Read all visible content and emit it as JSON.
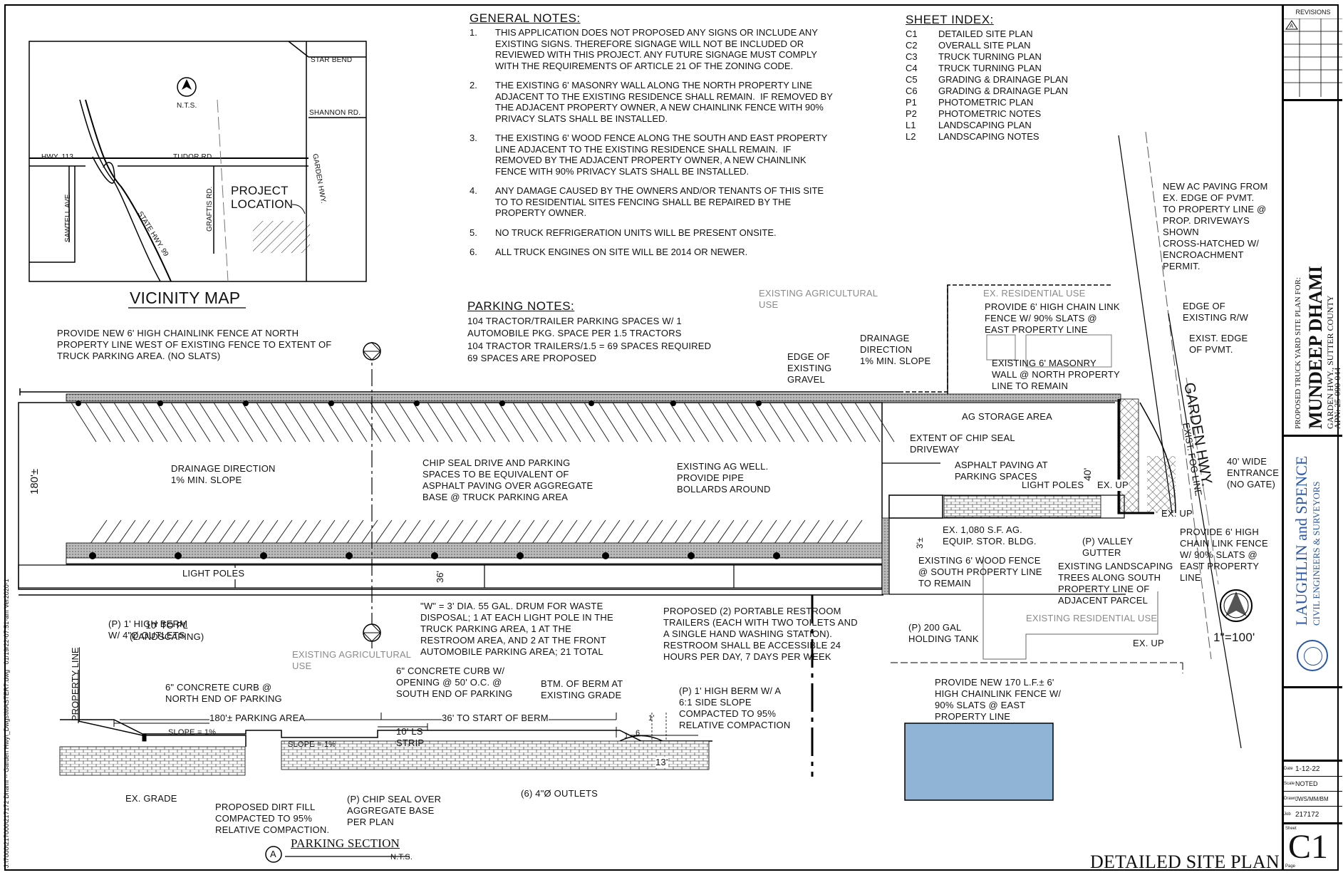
{
  "general_notes": {
    "heading": "GENERAL NOTES:",
    "items": [
      {
        "num": "1.",
        "text": "THIS APPLICATION DOES NOT PROPOSED ANY SIGNS OR INCLUDE ANY\nEXISTING SIGNS. THEREFORE SIGNAGE WILL NOT BE INCLUDED OR\nREVIEWED WITH THIS PROJECT. ANY FUTURE SIGNAGE MUST COMPLY\nWITH THE REQUIREMENTS OF ARTICLE 21 OF THE ZONING CODE."
      },
      {
        "num": "2.",
        "text": "THE EXISTING 6' MASONRY WALL ALONG THE NORTH PROPERTY LINE\nADJACENT TO THE EXISTING RESIDENCE SHALL REMAIN.  IF REMOVED BY\nTHE ADJACENT PROPERTY OWNER, A NEW CHAINLINK FENCE WITH 90%\nPRIVACY SLATS SHALL BE INSTALLED."
      },
      {
        "num": "3.",
        "text": "THE EXISTING 6' WOOD FENCE ALONG THE SOUTH AND EAST PROPERTY\nLINE ADJACENT TO THE EXISTING RESIDENCE SHALL REMAIN.  IF\nREMOVED BY THE ADJACENT PROPERTY OWNER, A NEW CHAINLINK\nFENCE WITH 90% PRIVACY SLATS SHALL BE INSTALLED."
      },
      {
        "num": "4.",
        "text": "ANY DAMAGE CAUSED BY THE OWNERS AND/OR TENANTS OF THIS SITE\nTO TO RESIDENTIAL SITES FENCING SHALL BE REPAIRED BY THE\nPROPERTY OWNER."
      },
      {
        "num": "5.",
        "text": "NO TRUCK REFRIGERATION UNITS WILL BE PRESENT ONSITE."
      },
      {
        "num": "6.",
        "text": "ALL TRUCK ENGINES ON SITE WILL BE 2014 OR NEWER."
      }
    ]
  },
  "sheet_index": {
    "heading": "SHEET INDEX:",
    "items": [
      {
        "code": "C1",
        "title": "DETAILED SITE PLAN"
      },
      {
        "code": "C2",
        "title": "OVERALL SITE PLAN"
      },
      {
        "code": "C3",
        "title": "TRUCK TURNING PLAN"
      },
      {
        "code": "C4",
        "title": "TRUCK TURNING PLAN"
      },
      {
        "code": "C5",
        "title": "GRADING & DRAINAGE PLAN"
      },
      {
        "code": "C6",
        "title": "GRADING & DRAINAGE PLAN"
      },
      {
        "code": "P1",
        "title": "PHOTOMETRIC PLAN"
      },
      {
        "code": "P2",
        "title": "PHOTOMETRIC NOTES"
      },
      {
        "code": "L1",
        "title": "LANDSCAPING PLAN"
      },
      {
        "code": "L2",
        "title": "LANDSCAPING NOTES"
      }
    ]
  },
  "parking_notes": {
    "heading": "PARKING NOTES:",
    "lines": [
      "104 TRACTOR/TRAILER PARKING SPACES w/ 1",
      "AUTOMOBILE PKG. SPACE PER 1.5 TRACTORS",
      "104 TRACTOR TRAILERS/1.5 = 69 SPACES REQUIRED",
      "69 SPACES ARE PROPOSED"
    ]
  },
  "vicinity_map": {
    "title": "VICINITY MAP",
    "nts": "N.T.S.",
    "roads": {
      "star_bend": "STAR BEND",
      "shannon": "SHANNON RD.",
      "hwy113": "HWY. 113",
      "tudor": "TUDOR RD",
      "garden": "GARDEN HWY.",
      "sawtell": "SAWTELL AVE.",
      "state_hwy": "STATE HWY. 99",
      "grafts": "GRAFTIS RD."
    },
    "project_location": "PROJECT\nLOCATION"
  },
  "plan_labels": {
    "fence_north": "PROVIDE NEW 6' HIGH CHAINLINK FENCE AT NORTH\nPROPERTY LINE WEST OF EXISTING FENCE TO EXTENT OF\nTRUCK PARKING AREA. (NO SLATS)",
    "existing_ag_use_top": "EXISTING AGRICULTURAL\nUSE",
    "ex_residential_use_top": "EX. RESIDENTIAL USE",
    "new_ac_paving": "NEW AC PAVING FROM\nEX. EDGE OF PVMT.\nTO PROPERTY LINE @\nPROP. DRIVEWAYS\nSHOWN\nCROSS-HATCHED w/\nENCROACHMENT\nPERMIT.",
    "edge_existing_rw": "EDGE OF\nEXISTING R/W",
    "exist_edge_pvmt": "EXIST. EDGE\nOF PVMT.",
    "provide_6_chain_east": "PROVIDE 6' HIGH CHAIN LINK\nFENCE w/ 90% SLATS @\nEAST PROPERTY LINE",
    "existing_masonry": "EXISTING 6' MASONRY\nWALL @ NORTH PROPERTY\nLINE TO REMAIN",
    "drainage_direction_top": "DRAINAGE\nDIRECTION\n1% MIN. SLOPE",
    "edge_existing_gravel": "EDGE OF\nEXISTING\nGRAVEL",
    "ag_storage": "AG STORAGE AREA",
    "extent_chip_seal": "EXTENT OF CHIP SEAL\nDRIVEWAY",
    "garden_hwy": "GARDEN HWY.",
    "exist_fog_line": "EXIST. FOG LINE",
    "entrance": "40' WIDE\nENTRANCE\n(NO GATE)",
    "asphalt_paving": "ASPHALT PAVING AT\nPARKING SPACES",
    "light_poles_top": "LIGHT POLES",
    "ex_up_1": "EX. UP",
    "ex_up_2": "EX. UP",
    "ex_up_3": "EX. UP",
    "dim_40": "40'",
    "dim_180": "180'±",
    "dim_36": "36'",
    "dim_3": "3'±",
    "drainage_direction_left": "DRAINAGE DIRECTION\n1% MIN. SLOPE",
    "chip_seal_drive": "CHIP SEAL DRIVE AND PARKING\nSPACES TO BE EQUIVALENT OF\nASPHALT PAVING OVER AGGREGATE\nBASE @ TRUCK PARKING AREA",
    "existing_ag_well": "EXISTING AG WELL.\nPROVIDE PIPE\nBOLLARDS AROUND",
    "ex_storage_bldg": "EX. 1,080 S.F. AG.\nEQUIP. STOR. BLDG.",
    "valley_gutter": "(P) VALLEY\nGUTTER",
    "provide_6_chain_east_2": "PROVIDE 6' HIGH\nCHAIN LINK FENCE\nw/ 90% SLATS @\nEAST PROPERTY\nLINE",
    "wood_fence": "EXISTING 6' WOOD FENCE\n@ SOUTH PROPERTY LINE\nTO REMAIN",
    "existing_landscaping": "EXISTING LANDSCAPING\nTREES ALONG SOUTH\nPROPERTY LINE OF\nADJACENT PARCEL",
    "holding_tank": "(P) 200 GAL\nHOLDING TANK",
    "existing_residential_use": "EXISTING RESIDENTIAL USE",
    "scale": "1\"=100'",
    "light_poles_bottom": "LIGHT POLES",
    "berm_1": "(P) 1' HIGH BERM\nw/ 4\"ø OUTLETS",
    "drum_note": "\"W\" = 3' DIA. 55 GAL. DRUM FOR WASTE\nDISPOSAL; 1 AT EACH LIGHT POLE IN THE\nTRUCK PARKING AREA, 1 AT THE\nRESTROOM AREA, AND 2 AT THE FRONT\nAUTOMOBILE PARKING AREA; 21 TOTAL",
    "restroom_note": "PROPOSED (2) PORTABLE RESTROOM\nTRAILERS (EACH WITH TWO TOILETS AND\nA SINGLE HAND WASHING STATION).\nRESTROOM SHALL BE ACCESSIBLE 24\nHOURS PER DAY, 7 DAYS PER WEEK",
    "provide_170": "PROVIDE NEW 170 L.F.± 6'\nHIGH CHAINLINK FENCE w/\n90% SLATS @ EAST\nPROPERTY LINE",
    "existing_ag_use_bottom": "EXISTING AGRICULTURAL\nUSE"
  },
  "section": {
    "to_pl": "10' TO PL\n(LANDSCAPING)",
    "curb_north": "6\" CONCRETE CURB @\nNORTH END OF PARKING",
    "curb_south": "6\" CONCRETE CURB w/\nOPENING @ 50' O.C. @\nSOUTH END OF PARKING",
    "btm_berm": "BTM. OF BERM AT\nEXISTING GRADE",
    "berm_2": "(P) 1' HIGH BERM w/ A\n6:1 SIDE SLOPE\nCOMPACTED TO 95%\nRELATIVE COMPACTION",
    "property_line": "PROPERTY LINE",
    "parking_area": "180'± PARKING AREA",
    "ls_strip": "10' LS\nSTRIP",
    "start_berm": "36' TO START OF BERM",
    "slope1": "SLOPE = 1%",
    "slope2": "SLOPE = 1%",
    "dim_1": "1'",
    "dim_6": "6",
    "dim_1b": "1",
    "dim_13": "13'",
    "ex_grade": "EX. GRADE",
    "dirt_fill": "PROPOSED DIRT FILL\nCOMPACTED TO 95%\nRELATIVE COMPACTION.",
    "chip_seal": "(P) CHIP SEAL OVER\nAGGREGATE BASE\nPER PLAN",
    "outlets": "(6) 4\"ø OUTLETS",
    "marker": "A",
    "title": "PARKING SECTION",
    "nts": "N.T.S."
  },
  "file_path": "J:\\7000\\217000\\217172 Dhami -- Garden Hwy\\_Dwgs\\MASTER7.dwg   01/19/22-07:51-am Ver2020-1",
  "sheet_title": "DETAILED SITE PLAN",
  "title_block": {
    "revisions": "REVISIONS",
    "rev_mark": "A",
    "project_for": "PROPOSED TRUCK YARD SITE PLAN FOR:",
    "client": "MUNDEEP DHAMI",
    "address1": "GARDEN HWY., SUTTER COUNTY",
    "address2": "APN: 25-090-044",
    "firm": "LAUGHLIN and SPENCE",
    "firm_sub": "CIVIL ENGINEERS & SURVEYORS",
    "date_label": "Date",
    "date": "1-12-22",
    "scale_label": "Scale",
    "scale": "NOTED",
    "drawn_label": "Drawn",
    "drawn": "JWS/MM/BM",
    "job_label": "Job",
    "job": "217172",
    "sheet_label": "Sheet",
    "sheet": "C1",
    "of_label": "Page"
  },
  "colors": {
    "line": "#111111",
    "gray": "#8a8a8a",
    "blue_text": "#2a56a5",
    "blue_box": "#90b4d6"
  }
}
